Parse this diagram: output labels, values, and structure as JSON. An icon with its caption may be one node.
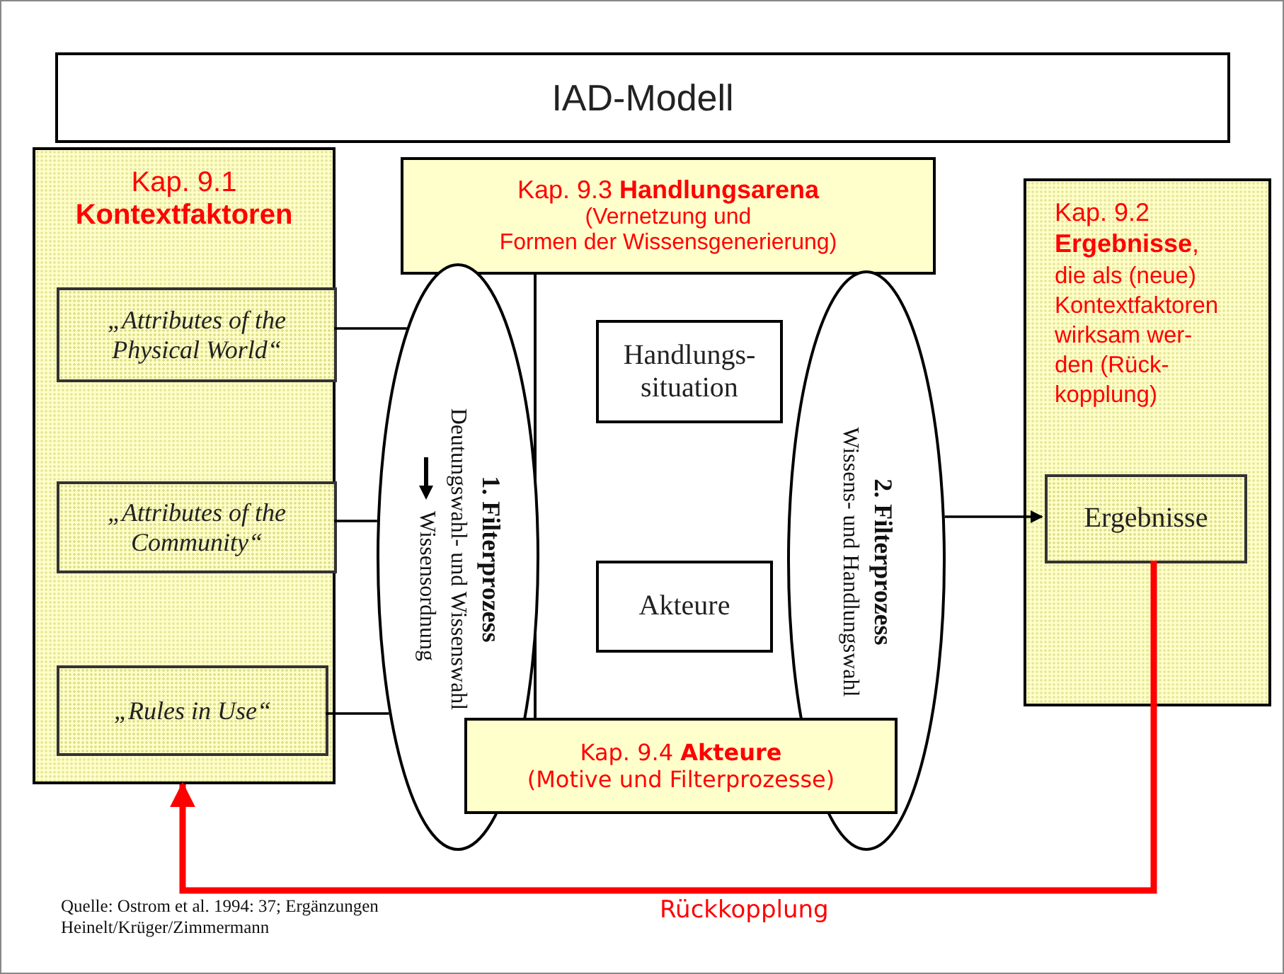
{
  "diagram": {
    "title": "IAD-Modell",
    "nodes": [
      {
        "text": [
          "Kap. 9.1",
          "Kontextfaktoren"
        ]
      },
      {
        "text": [
          "„Attributes of the Physical World“"
        ],
        "in": 0
      },
      {
        "text": [
          "„Attributes of the Community“"
        ],
        "in": 0
      },
      {
        "text": [
          "„Rules in Use“"
        ],
        "in": 0
      },
      {
        "text": [
          "Kap. 9.3 **Handlungsarena**",
          "(Vernetzung und",
          "Formen der Wissensgenerierung)"
        ]
      },
      {
        "text": [
          "1. Filterprozess",
          "Deutungswahl- und Wissenswahl",
          "Wissensordnung"
        ]
      },
      {
        "text": [
          "Handlungs- situation"
        ]
      },
      {
        "text": [
          "Akteure"
        ]
      },
      {
        "text": [
          "2. Filterprozess",
          "Wissens- und Handlungswahl"
        ]
      },
      {
        "text": [
          "Kap. 9.4 **Akteure**",
          "(Motive und Filterprozesse)"
        ]
      },
      {
        "text": [
          "Kap. 9.2",
          "**Ergebnisse**,",
          "die als (neue) Kontextfaktoren wirksam wer- den (Rück- kopplung)"
        ]
      },
      {
        "text": [
          "Ergebnisse"
        ],
        "in": 10
      }
    ],
    "edges": [
      {
        "from": 1,
        "to": 5,
        "arrow": "none"
      },
      {
        "from": 2,
        "to": 5,
        "arrow": "none"
      },
      {
        "from": 3,
        "to": 5,
        "arrow": "none"
      },
      {
        "from": 8,
        "to": 11,
        "arrow": "to"
      },
      {
        "from": 11,
        "to": 0,
        "arrow": "to",
        "label": "Rückkopplung",
        "style": "thick",
        "color": "#ff0000"
      }
    ],
    "labels": [
      "Quelle: Ostrom et al. 1994: 37; Ergänzungen Heinelt/Krüger/Zimmermann"
    ]
  }
}
